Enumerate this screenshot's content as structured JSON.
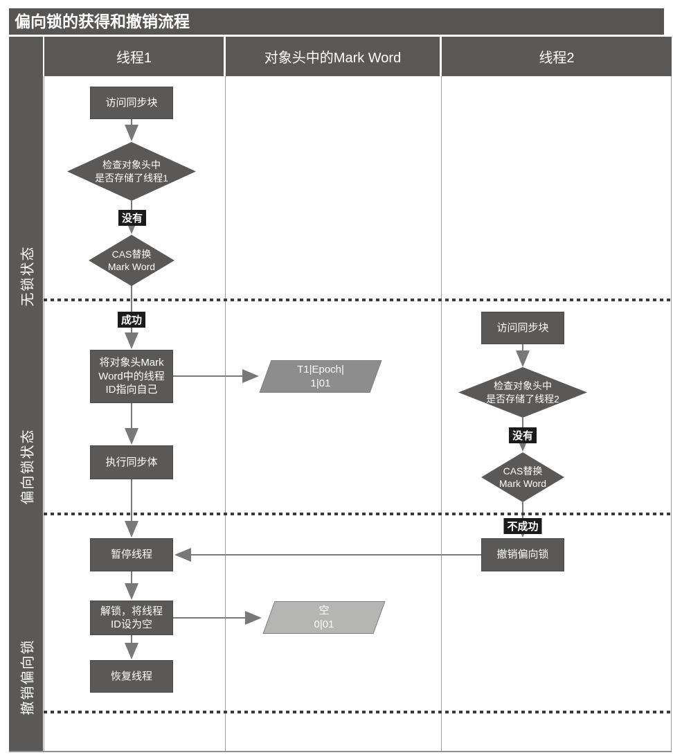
{
  "title": "偏向锁的获得和撤销流程",
  "lanes": {
    "thread1": "线程1",
    "markword": "对象头中的Mark Word",
    "thread2": "线程2"
  },
  "phases": {
    "p1": "无锁状态",
    "p2": "偏向锁状态",
    "p3": "撤销偏向锁"
  },
  "thread1": {
    "access": "访问同步块",
    "check": "检查对象头中\n是否存储了线程1",
    "no_label": "没有",
    "cas": "CAS替换\nMark Word",
    "success_label": "成功",
    "set_id": "将对象头Mark\nWord中的线程\nID指向自己",
    "exec": "执行同步体",
    "pause": "暂停线程",
    "unlock": "解锁，将线程\nID设为空",
    "resume": "恢复线程"
  },
  "markword": {
    "biased_value": "T1|Epoch|\n1|01",
    "empty_value": "空\n0|01"
  },
  "thread2": {
    "access": "访问同步块",
    "check": "检查对象头中\n是否存储了线程2",
    "no_label": "没有",
    "cas": "CAS替换\nMark Word",
    "fail_label": "不成功",
    "revoke": "撤销偏向锁"
  },
  "colors": {
    "dark_gray": "#5b5957",
    "chip_black": "#1b1b1b",
    "biased_parallelogram": "#8d8d8d",
    "empty_parallelogram": "#b5b5b3",
    "connector": "#787878"
  }
}
